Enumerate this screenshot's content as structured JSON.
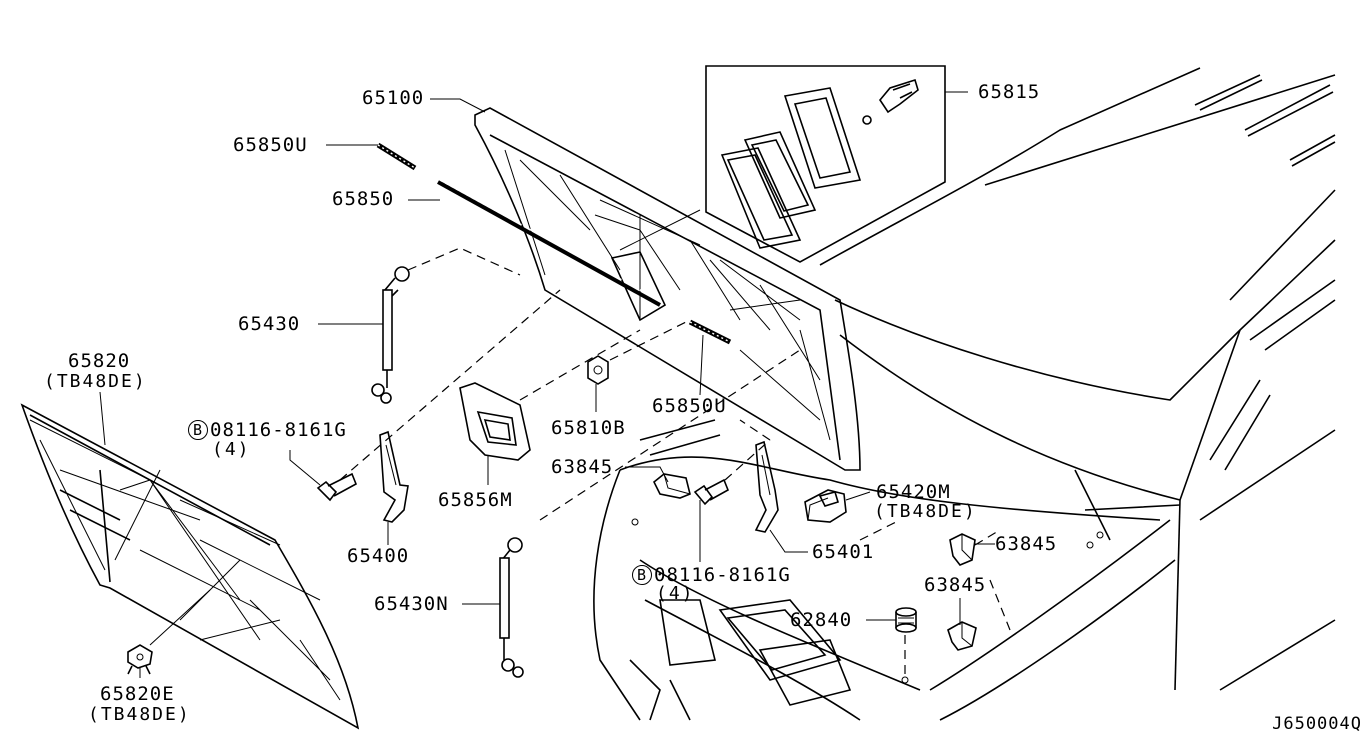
{
  "drawing_id": "J650004Q",
  "labels": {
    "l65100": "65100",
    "l65850u_top": "65850U",
    "l65850": "65850",
    "l65815": "65815",
    "l65430": "65430",
    "l65820": "65820",
    "l65820_sub": "(TB48DE)",
    "l08116_left_letter": "B",
    "l08116_left": "08116-8161G",
    "l08116_left_qty": "(4)",
    "l65810b": "65810B",
    "l65850u_mid": "65850U",
    "l63845_a": "63845",
    "l65856m": "65856M",
    "l65400": "65400",
    "l65420m": "65420M",
    "l65420m_sub": "(TB48DE)",
    "l65401": "65401",
    "l63845_b": "63845",
    "l08116_right_letter": "B",
    "l08116_right": "08116-8161G",
    "l08116_right_qty": "(4)",
    "l63845_c": "63845",
    "l65430n": "65430N",
    "l62840": "62840",
    "l65820e": "65820E",
    "l65820e_sub": "(TB48DE)"
  }
}
